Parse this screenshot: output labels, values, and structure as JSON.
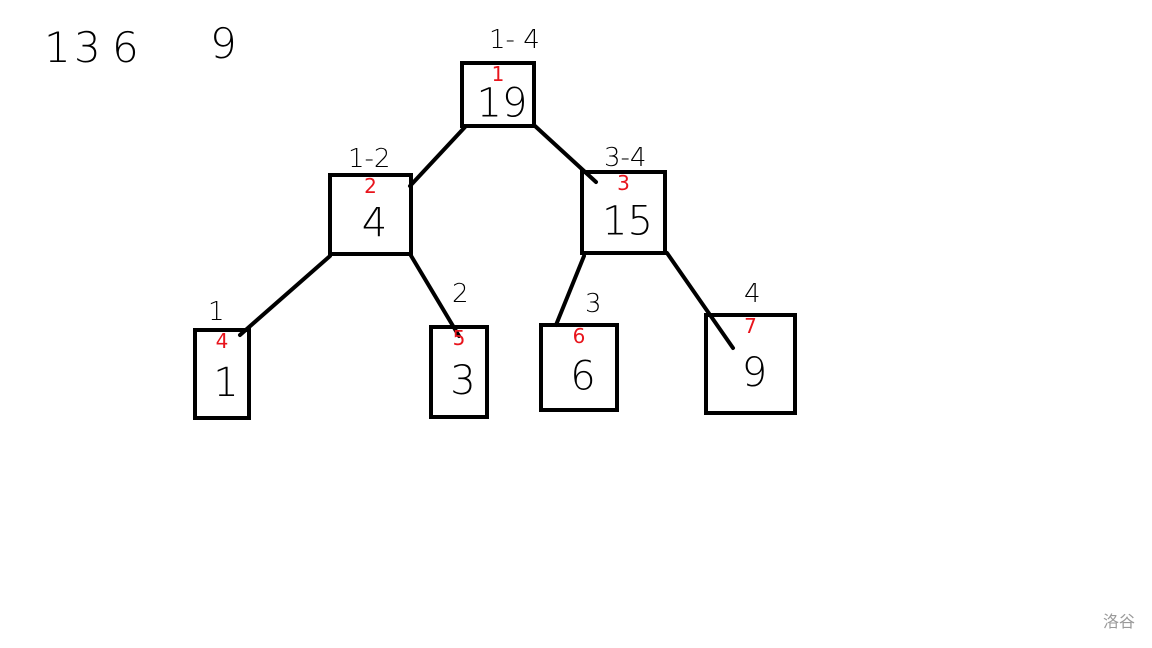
{
  "header_numbers": [
    "1",
    "3",
    "6",
    "9"
  ],
  "nodes": [
    {
      "range": "1- 4",
      "index": "1",
      "value": "19"
    },
    {
      "range": "1-2",
      "index": "2",
      "value": "4"
    },
    {
      "range": "3-4",
      "index": "3",
      "value": "15"
    },
    {
      "range": "1",
      "index": "4",
      "value": "1"
    },
    {
      "range": "2",
      "index": "5",
      "value": "3"
    },
    {
      "range": "3",
      "index": "6",
      "value": "6"
    },
    {
      "range": "4",
      "index": "7",
      "value": "9"
    }
  ],
  "watermark": "洛谷",
  "colors": {
    "ink": "#000000",
    "index": "#e8141c",
    "watermark": "#9a9a9a"
  }
}
